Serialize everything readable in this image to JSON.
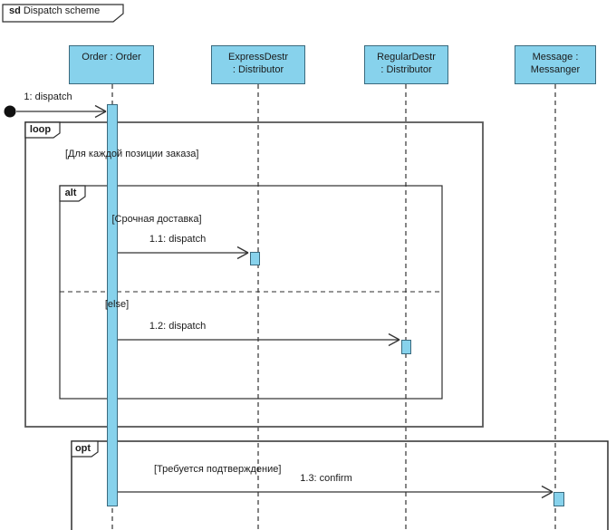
{
  "frame": {
    "keyword": "sd",
    "name": "Dispatch scheme"
  },
  "lifelines": [
    {
      "id": "order",
      "line1": "Order : Order",
      "line2": ""
    },
    {
      "id": "express",
      "line1": "ExpressDestr",
      "line2": ": Distributor"
    },
    {
      "id": "regular",
      "line1": "RegularDestr",
      "line2": ": Distributor"
    },
    {
      "id": "messanger",
      "line1": "Message :",
      "line2": "Messanger"
    }
  ],
  "fragments": [
    {
      "operator": "loop",
      "guard": "[Для каждой позиции заказа]"
    },
    {
      "operator": "alt",
      "guards": [
        "[Срочная доставка]",
        "[else]"
      ]
    },
    {
      "operator": "opt",
      "guard": "[Требуется подтверждение]"
    }
  ],
  "messages": [
    {
      "label": "1: dispatch",
      "from": "found",
      "to": "Order : Order"
    },
    {
      "label": "1.1: dispatch",
      "from": "Order : Order",
      "to": "ExpressDestr : Distributor"
    },
    {
      "label": "1.2: dispatch",
      "from": "Order : Order",
      "to": "RegularDestr : Distributor"
    },
    {
      "label": "1.3: confirm",
      "from": "Order : Order",
      "to": "Message : Messanger"
    }
  ],
  "colors": {
    "background": "#ffffff",
    "lifeline_fill": "#87d2ec",
    "lifeline_border": "#3a6a7e",
    "frame_border": "#575757",
    "inner_frame_border": "#2e2e2e",
    "line_color": "#333333",
    "found_circle": "#111111",
    "text_color": "#1a1a1a"
  }
}
